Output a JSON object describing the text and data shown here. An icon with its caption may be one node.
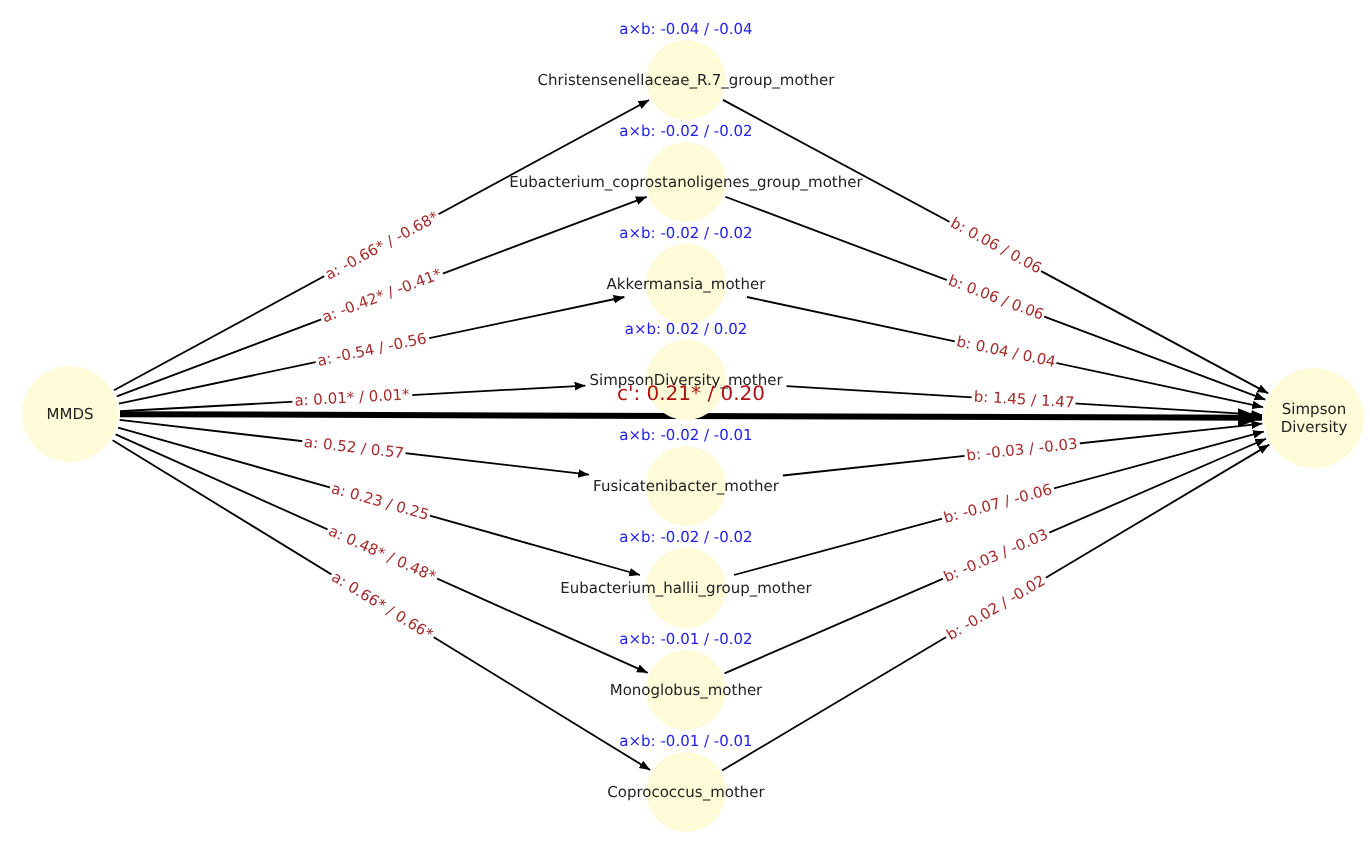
{
  "diagram": {
    "nodes": [
      {
        "text": [
          "MMDS"
        ]
      },
      {
        "text": [
          "Christensenellaceae_R.7_group_mother"
        ],
        "beside": [
          "a×b: -0.04 / -0.04"
        ]
      },
      {
        "text": [
          "Eubacterium_coprostanoligenes_group_mother"
        ],
        "beside": [
          "a×b: -0.02 / -0.02"
        ]
      },
      {
        "text": [
          "Akkermansia_mother"
        ],
        "beside": [
          "a×b: -0.02 / -0.02"
        ]
      },
      {
        "text": [
          "SimpsonDiversity_mother"
        ],
        "beside": [
          "a×b: 0.02 / 0.02"
        ]
      },
      {
        "text": [
          "Fusicatenibacter_mother"
        ],
        "beside": [
          "a×b: -0.02 / -0.01"
        ]
      },
      {
        "text": [
          "Eubacterium_hallii_group_mother"
        ],
        "beside": [
          "a×b: -0.02 / -0.02"
        ]
      },
      {
        "text": [
          "Monoglobus_mother"
        ],
        "beside": [
          "a×b: -0.01 / -0.02"
        ]
      },
      {
        "text": [
          "Coprococcus_mother"
        ],
        "beside": [
          "a×b: -0.01 / -0.01"
        ]
      },
      {
        "text": [
          "Simpson Diversity"
        ]
      }
    ],
    "edges": [
      {
        "from": 0,
        "to": 1,
        "arrow": "to",
        "label": "a: -0.66* / -0.68*"
      },
      {
        "from": 0,
        "to": 2,
        "arrow": "to",
        "label": "a: -0.42* / -0.41*"
      },
      {
        "from": 0,
        "to": 3,
        "arrow": "to",
        "label": "a: -0.54 / -0.56"
      },
      {
        "from": 0,
        "to": 4,
        "arrow": "to",
        "label": "a: 0.01* / 0.01*"
      },
      {
        "from": 0,
        "to": 5,
        "arrow": "to",
        "label": "a: 0.52 / 0.57"
      },
      {
        "from": 0,
        "to": 6,
        "arrow": "to",
        "label": "a: 0.23 / 0.25"
      },
      {
        "from": 0,
        "to": 7,
        "arrow": "to",
        "label": "a: 0.48* / 0.48*"
      },
      {
        "from": 0,
        "to": 8,
        "arrow": "to",
        "label": "a: 0.66* / 0.66*"
      },
      {
        "from": 1,
        "to": 9,
        "arrow": "to",
        "label": "b: 0.06 / 0.06"
      },
      {
        "from": 2,
        "to": 9,
        "arrow": "to",
        "label": "b: 0.06 / 0.06"
      },
      {
        "from": 3,
        "to": 9,
        "arrow": "to",
        "label": "b: 0.04 / 0.04"
      },
      {
        "from": 4,
        "to": 9,
        "arrow": "to",
        "label": "b: 1.45 / 1.47"
      },
      {
        "from": 5,
        "to": 9,
        "arrow": "to",
        "label": "b: -0.03 / -0.03"
      },
      {
        "from": 6,
        "to": 9,
        "arrow": "to",
        "label": "b: -0.07 / -0.06"
      },
      {
        "from": 7,
        "to": 9,
        "arrow": "to",
        "label": "b: -0.03 / -0.03"
      },
      {
        "from": 8,
        "to": 9,
        "arrow": "to",
        "label": "b: -0.02 / -0.02"
      },
      {
        "from": 0,
        "to": 9,
        "arrow": "to",
        "label": "c': 0.21* / 0.20",
        "style": "thick"
      }
    ]
  }
}
